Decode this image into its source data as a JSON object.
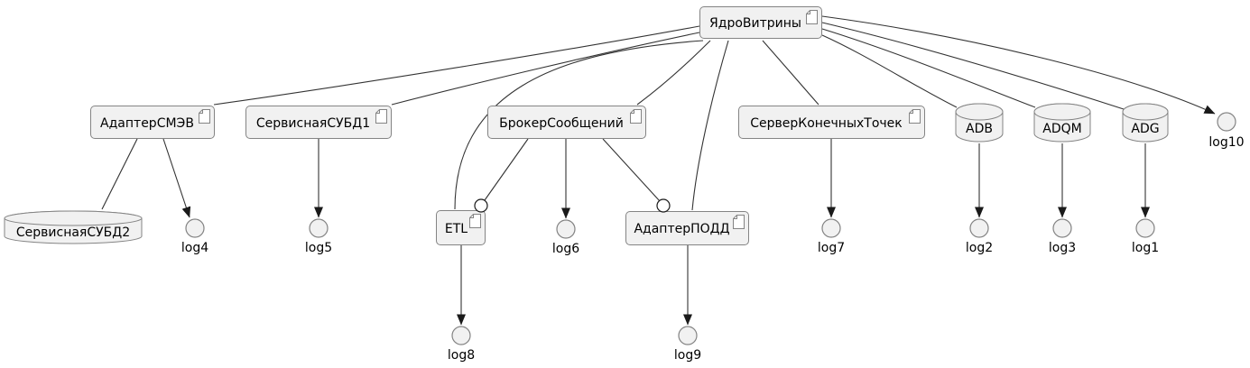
{
  "diagram_type": "component-deployment-diagram",
  "colors": {
    "background": "#ffffff",
    "node_fill": "#f1f1f1",
    "node_border": "#848484",
    "edge_line": "#333333",
    "arrowhead": "#1a1a1a",
    "interface_fill": "#ffffff",
    "text": "#000000"
  },
  "nodes": {
    "yadro": {
      "label": "ЯдроВитрины",
      "type": "artifact"
    },
    "smev": {
      "label": "АдаптерСМЭВ",
      "type": "artifact"
    },
    "subd1": {
      "label": "СервиснаяСУБД1",
      "type": "artifact"
    },
    "broker": {
      "label": "БрокерСообщений",
      "type": "artifact"
    },
    "endpoints": {
      "label": "СерверКонечныхТочек",
      "type": "artifact"
    },
    "etl": {
      "label": "ETL",
      "type": "artifact"
    },
    "podd": {
      "label": "АдаптерПОДД",
      "type": "artifact"
    },
    "adb": {
      "label": "ADB",
      "type": "database"
    },
    "adqm": {
      "label": "ADQM",
      "type": "database"
    },
    "adg": {
      "label": "ADG",
      "type": "database"
    },
    "subd2": {
      "label": "СервиснаяСУБД2",
      "type": "database"
    },
    "log1": {
      "label": "log1"
    },
    "log2": {
      "label": "log2"
    },
    "log3": {
      "label": "log3"
    },
    "log4": {
      "label": "log4"
    },
    "log5": {
      "label": "log5"
    },
    "log6": {
      "label": "log6"
    },
    "log7": {
      "label": "log7"
    },
    "log8": {
      "label": "log8"
    },
    "log9": {
      "label": "log9"
    },
    "log10": {
      "label": "log10"
    }
  },
  "edges": [
    {
      "from": "ЯдроВитрины",
      "to": "АдаптерСМЭВ",
      "arrow": false
    },
    {
      "from": "ЯдроВитрины",
      "to": "СервиснаяСУБД1",
      "arrow": false
    },
    {
      "from": "ЯдроВитрины",
      "to": "БрокерСообщений",
      "arrow": false
    },
    {
      "from": "ЯдроВитрины",
      "to": "ETL",
      "arrow": false
    },
    {
      "from": "ЯдроВитрины",
      "to": "АдаптерПОДД",
      "arrow": false
    },
    {
      "from": "ЯдроВитрины",
      "to": "СерверКонечныхТочек",
      "arrow": false
    },
    {
      "from": "ЯдроВитрины",
      "to": "ADB",
      "arrow": false
    },
    {
      "from": "ЯдроВитрины",
      "to": "ADQM",
      "arrow": false
    },
    {
      "from": "ЯдроВитрины",
      "to": "ADG",
      "arrow": false
    },
    {
      "from": "ЯдроВитрины",
      "to": "log10",
      "arrow": true
    },
    {
      "from": "АдаптерСМЭВ",
      "to": "СервиснаяСУБД2",
      "arrow": false
    },
    {
      "from": "АдаптерСМЭВ",
      "to": "log4",
      "arrow": true
    },
    {
      "from": "СервиснаяСУБД1",
      "to": "log5",
      "arrow": true
    },
    {
      "from": "БрокерСообщений",
      "to": "ETL",
      "arrow": false,
      "interface_circle": true
    },
    {
      "from": "БрокерСообщений",
      "to": "log6",
      "arrow": true
    },
    {
      "from": "БрокерСообщений",
      "to": "АдаптерПОДД",
      "arrow": false,
      "interface_circle": true
    },
    {
      "from": "СерверКонечныхТочек",
      "to": "log7",
      "arrow": true
    },
    {
      "from": "ADB",
      "to": "log2",
      "arrow": true
    },
    {
      "from": "ADQM",
      "to": "log3",
      "arrow": true
    },
    {
      "from": "ADG",
      "to": "log1",
      "arrow": true
    },
    {
      "from": "ETL",
      "to": "log8",
      "arrow": true
    },
    {
      "from": "АдаптерПОДД",
      "to": "log9",
      "arrow": true
    }
  ]
}
